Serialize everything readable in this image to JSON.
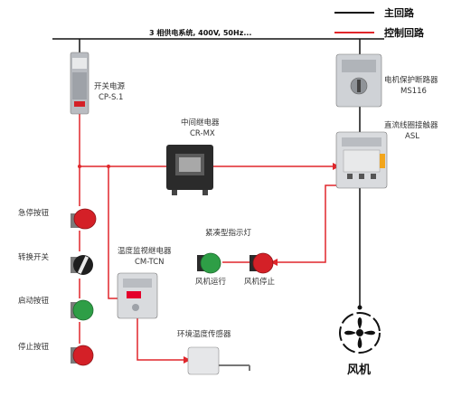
{
  "legend": {
    "main_circuit": "主回路",
    "control_circuit": "控制回路"
  },
  "supply_label": "3 相供电系统, 400V, 50Hz...",
  "components": {
    "power_switch": {
      "name": "开关电源",
      "model": "CP-S.1"
    },
    "intermediate_relay": {
      "name": "中间继电器",
      "model": "CR-MX"
    },
    "motor_breaker": {
      "name": "电机保护断路器",
      "model": "MS116"
    },
    "contactor": {
      "name": "直流线圈接触器",
      "model": "ASL"
    },
    "emergency_stop": {
      "name": "急停按钮"
    },
    "selector_switch": {
      "name": "转换开关"
    },
    "start_button": {
      "name": "启动按钮"
    },
    "stop_button": {
      "name": "停止按钮"
    },
    "temp_relay": {
      "name": "温度监视继电器",
      "model": "CM-TCN"
    },
    "indicator_group": {
      "name": "紧凑型指示灯"
    },
    "fan_run_light": {
      "name": "风机运行"
    },
    "fan_stop_light": {
      "name": "风机停止"
    },
    "temp_sensor": {
      "name": "环境温度传感器"
    },
    "fan": {
      "name": "风机"
    }
  },
  "colors": {
    "main_line": "#111111",
    "control_line": "#e0262b",
    "device_grey": "#cfd2d6",
    "button_red": "#d42027",
    "button_green": "#2e9e46",
    "abb_red": "#e4002b"
  }
}
